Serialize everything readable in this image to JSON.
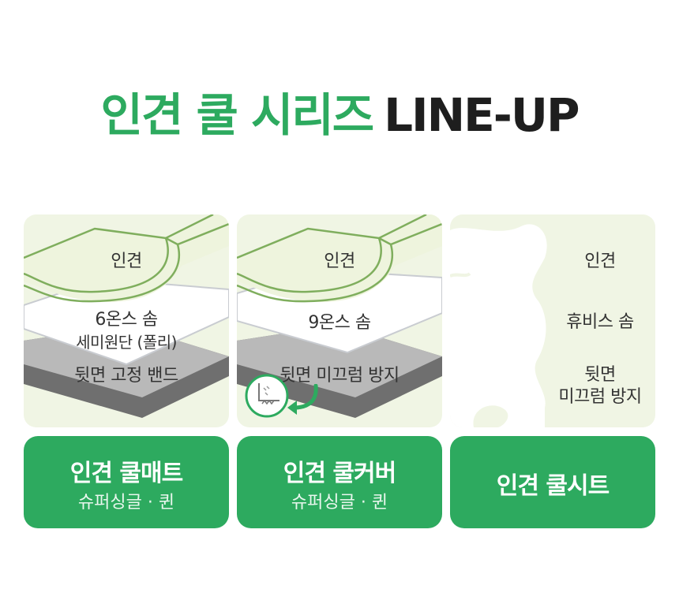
{
  "header": {
    "title_green": "인견 쿨 시리즈",
    "title_dark": "LINE-UP"
  },
  "products": [
    {
      "layers": [
        "인견",
        "6온스 솜",
        "세미원단 (폴리)",
        "뒷면 고정 밴드"
      ],
      "name": "인견 쿨매트",
      "sizes": "슈퍼싱글 · 퀸"
    },
    {
      "layers": [
        "인견",
        "9온스 솜",
        "뒷면 미끄럼 방지"
      ],
      "name": "인견 쿨커버",
      "sizes": "슈퍼싱글 · 퀸"
    },
    {
      "layers": [
        "인견",
        "휴비스 솜",
        "뒷면",
        "미끄럼 방지"
      ],
      "name": "인견 쿨시트",
      "sizes": ""
    }
  ],
  "colors": {
    "accent": "#2daa5f",
    "card_bg": "#f0f5e4",
    "title_dark": "#1e1e1e"
  },
  "icons": [
    "anti-slip-icon",
    "curved-arrow-icon"
  ]
}
